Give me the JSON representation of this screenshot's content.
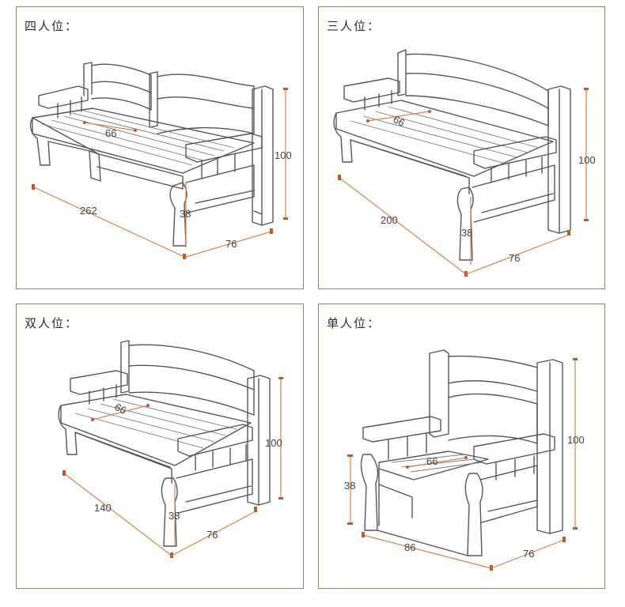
{
  "panels": [
    {
      "title": "四人位：",
      "dims": {
        "seat_depth": "66",
        "length": "262",
        "seat_height": "38",
        "depth": "76",
        "height": "100"
      }
    },
    {
      "title": "三人位：",
      "dims": {
        "seat_depth": "66",
        "length": "200",
        "seat_height": "38",
        "depth": "76",
        "height": "100"
      }
    },
    {
      "title": "双人位：",
      "dims": {
        "seat_depth": "66",
        "length": "140",
        "seat_height": "38",
        "depth": "76",
        "height": "100"
      }
    },
    {
      "title": "单人位：",
      "dims": {
        "seat_depth": "66",
        "length": "86",
        "seat_height": "38",
        "depth": "76",
        "height": "100"
      }
    }
  ],
  "colors": {
    "border": "#9b8270",
    "dimension_line": "#d9844e",
    "dimension_tick": "#c4582a",
    "sketch": "#555555"
  }
}
